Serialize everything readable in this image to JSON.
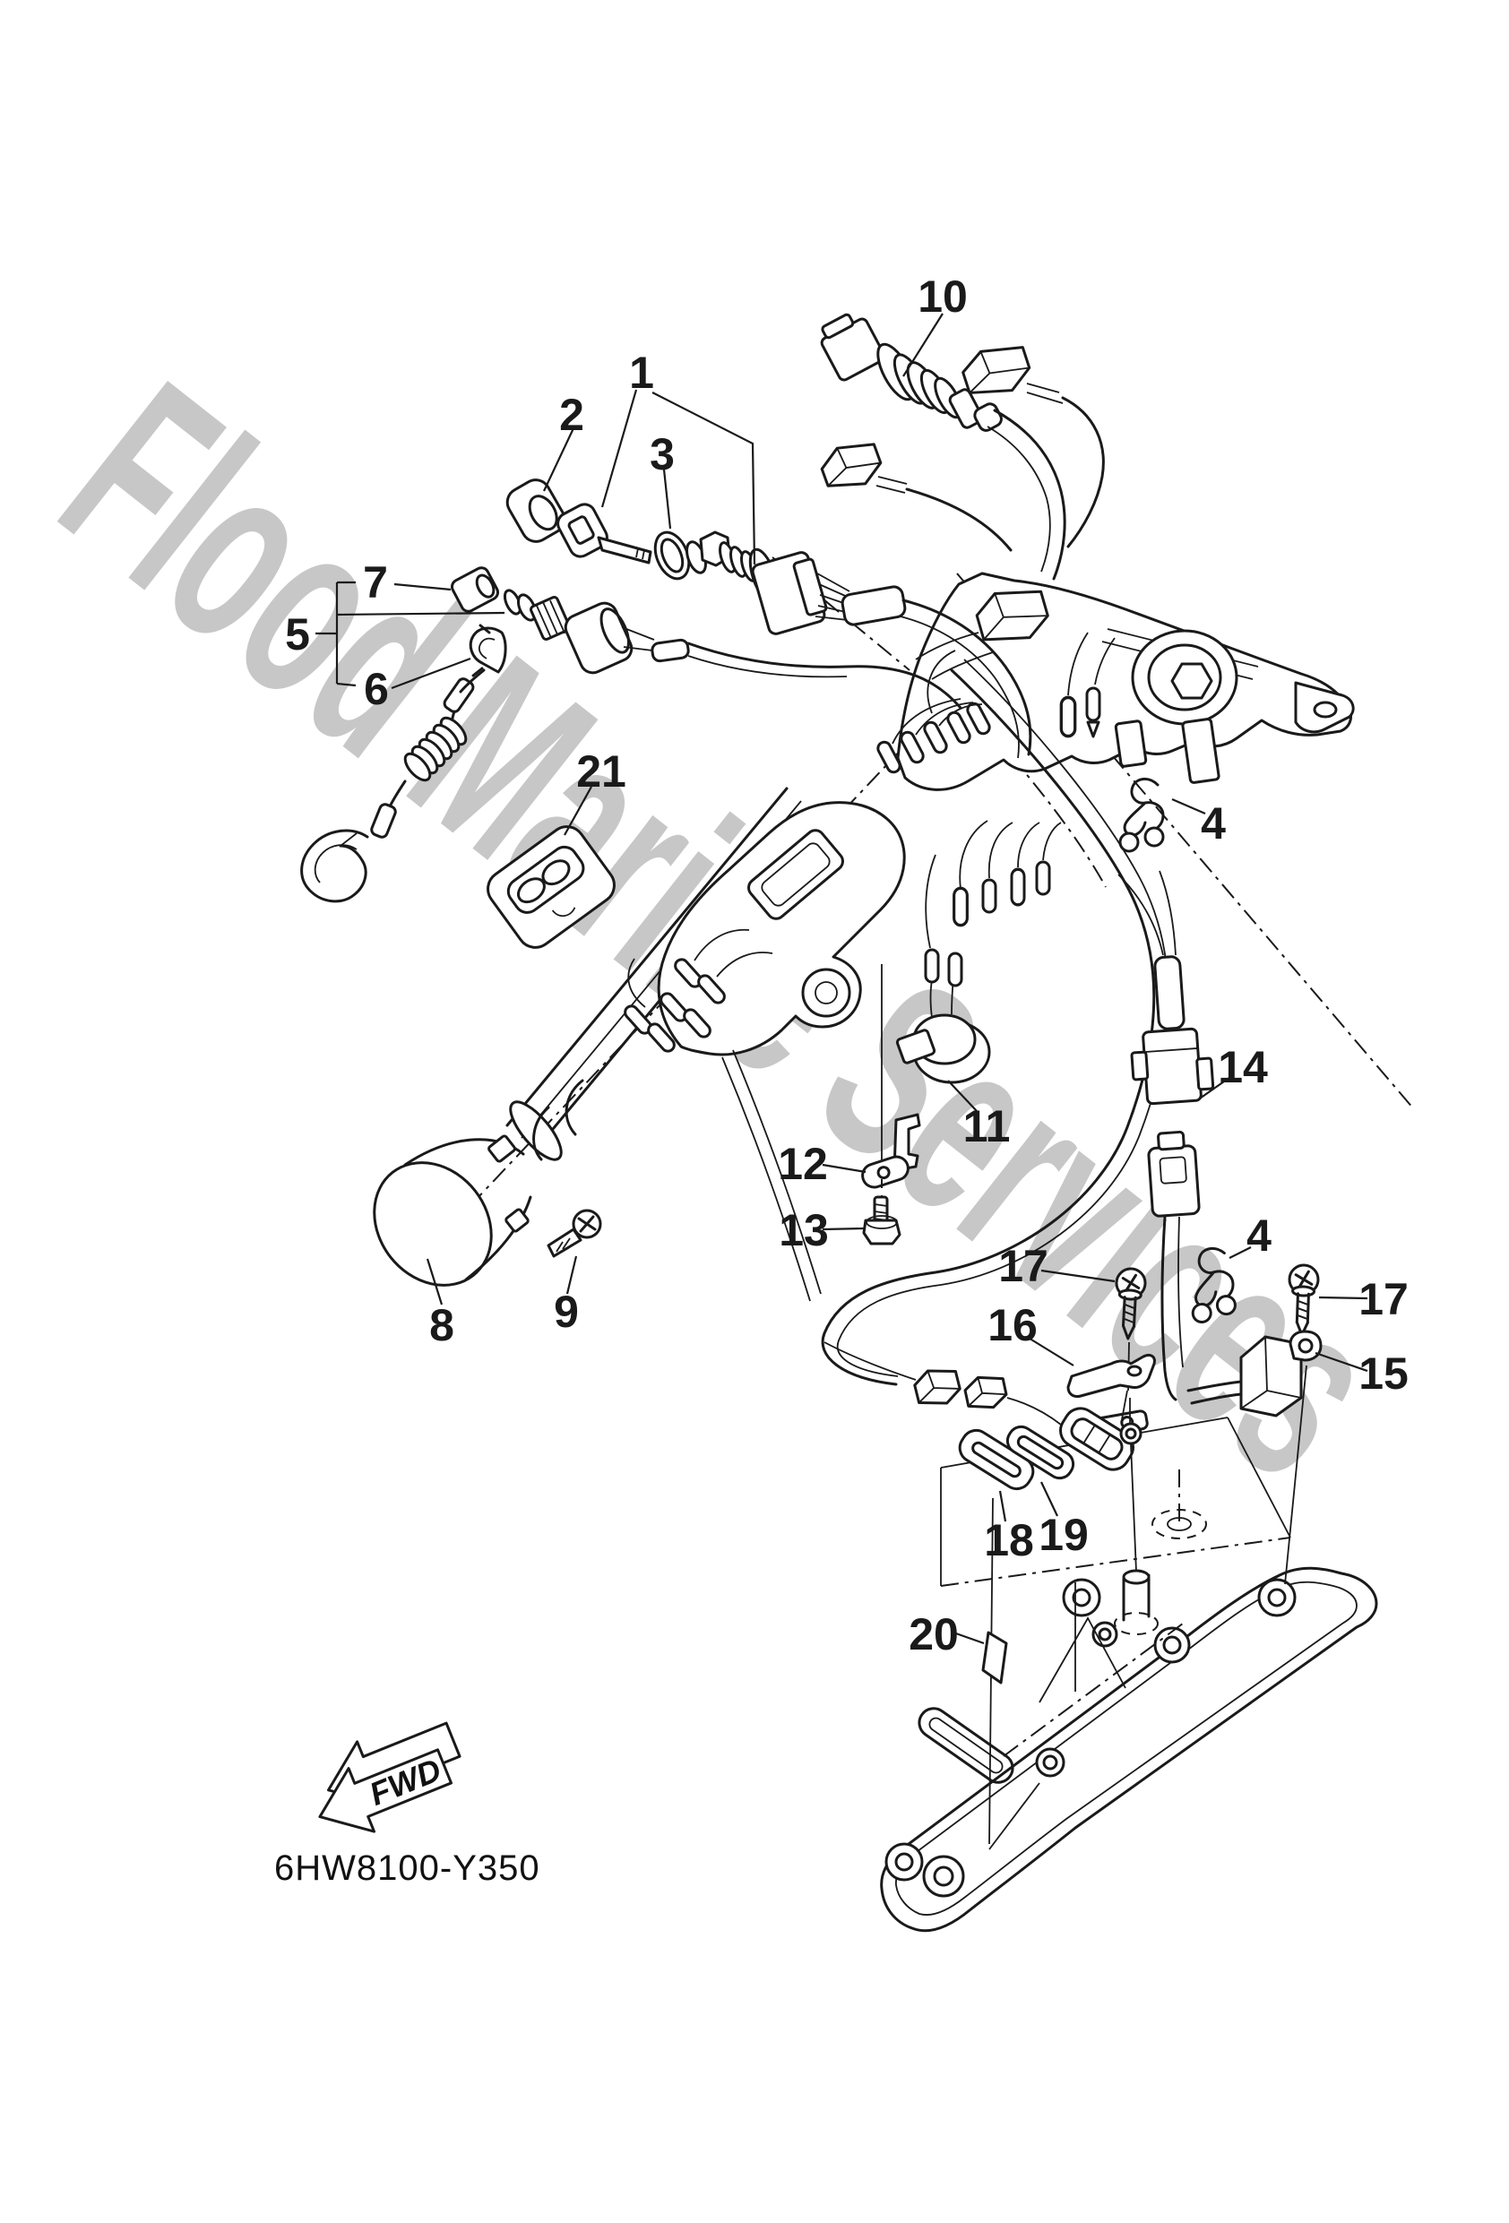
{
  "diagram": {
    "watermark_text": "Flood Marine Services",
    "drawing_code": "6HW8100-Y350",
    "fwd_label": "FWD",
    "colors": {
      "line": "#1a1a1a",
      "watermark": "#c7c7c7",
      "background": "#ffffff"
    },
    "callouts": [
      {
        "label": "1"
      },
      {
        "label": "2"
      },
      {
        "label": "3"
      },
      {
        "label": "5"
      },
      {
        "label": "6"
      },
      {
        "label": "7"
      },
      {
        "label": "8"
      },
      {
        "label": "9"
      },
      {
        "label": "10"
      },
      {
        "label": "11"
      },
      {
        "label": "12"
      },
      {
        "label": "13"
      },
      {
        "label": "14"
      },
      {
        "label": "15"
      },
      {
        "label": "16"
      },
      {
        "label": "17"
      },
      {
        "label": "17"
      },
      {
        "label": "18"
      },
      {
        "label": "19"
      },
      {
        "label": "20"
      },
      {
        "label": "21"
      },
      {
        "label": "4"
      },
      {
        "label": "4"
      }
    ]
  }
}
